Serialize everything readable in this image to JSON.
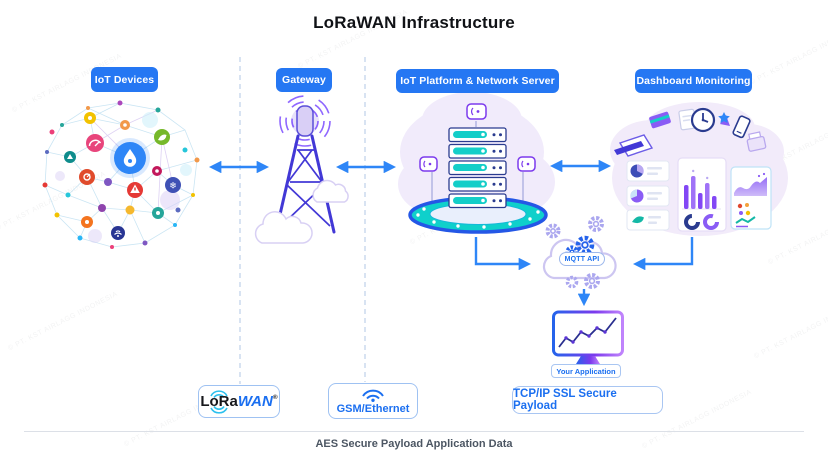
{
  "title": "LoRaWAN Infrastructure",
  "watermark": "© PT. KST AIRLAGG INDONESIA",
  "sections": {
    "iot_devices": {
      "label": "IoT Devices"
    },
    "gateway": {
      "label": "Gateway"
    },
    "platform": {
      "label": "IoT Platform & Network Server"
    },
    "dashboard": {
      "label": "Dashboard Monitoring"
    }
  },
  "labels": {
    "mqtt_api": "MQTT API",
    "your_application": "Your Application"
  },
  "badges": {
    "lorawan": {
      "lora": "LoRa",
      "wan": "WAN",
      "reg": "®"
    },
    "gsm_ethernet": {
      "label": "GSM/Ethernet"
    },
    "tcpip": {
      "label": "TCP/IP SSL Secure Payload"
    }
  },
  "footer": {
    "label": "AES Secure Payload Application Data"
  },
  "colors": {
    "section_button": "#2577F3",
    "arrow": "#2E86F7",
    "badge_text": "#1B6FF0",
    "tower_indigo": "#4238D6",
    "platform_teal": "#0FD0CB",
    "lavender_blob": "#F1EBFB",
    "gear_blue": "#2563EB",
    "gear_lavender": "#ABA7EF"
  }
}
